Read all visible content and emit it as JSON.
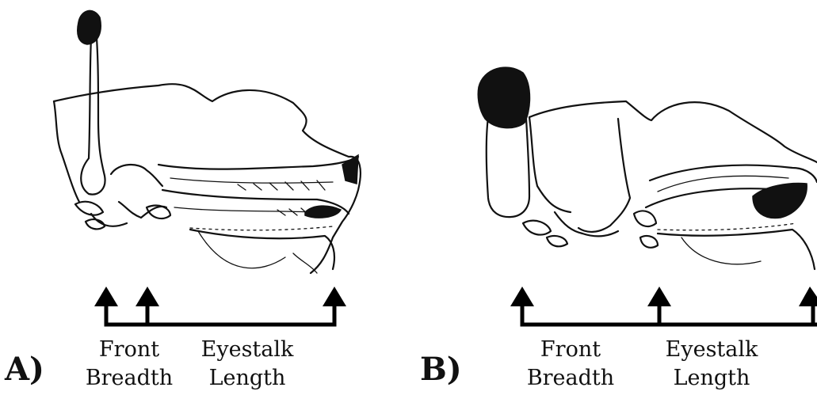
{
  "panels": [
    {
      "letter": "A)",
      "label_left": {
        "line1": "Front",
        "line2": "Breadth"
      },
      "label_right": {
        "line1": "Eyestalk",
        "line2": "Length"
      }
    },
    {
      "letter": "B)",
      "label_left": {
        "line1": "Front",
        "line2": "Breadth"
      },
      "label_right": {
        "line1": "Eyestalk",
        "line2": "Length"
      }
    }
  ]
}
